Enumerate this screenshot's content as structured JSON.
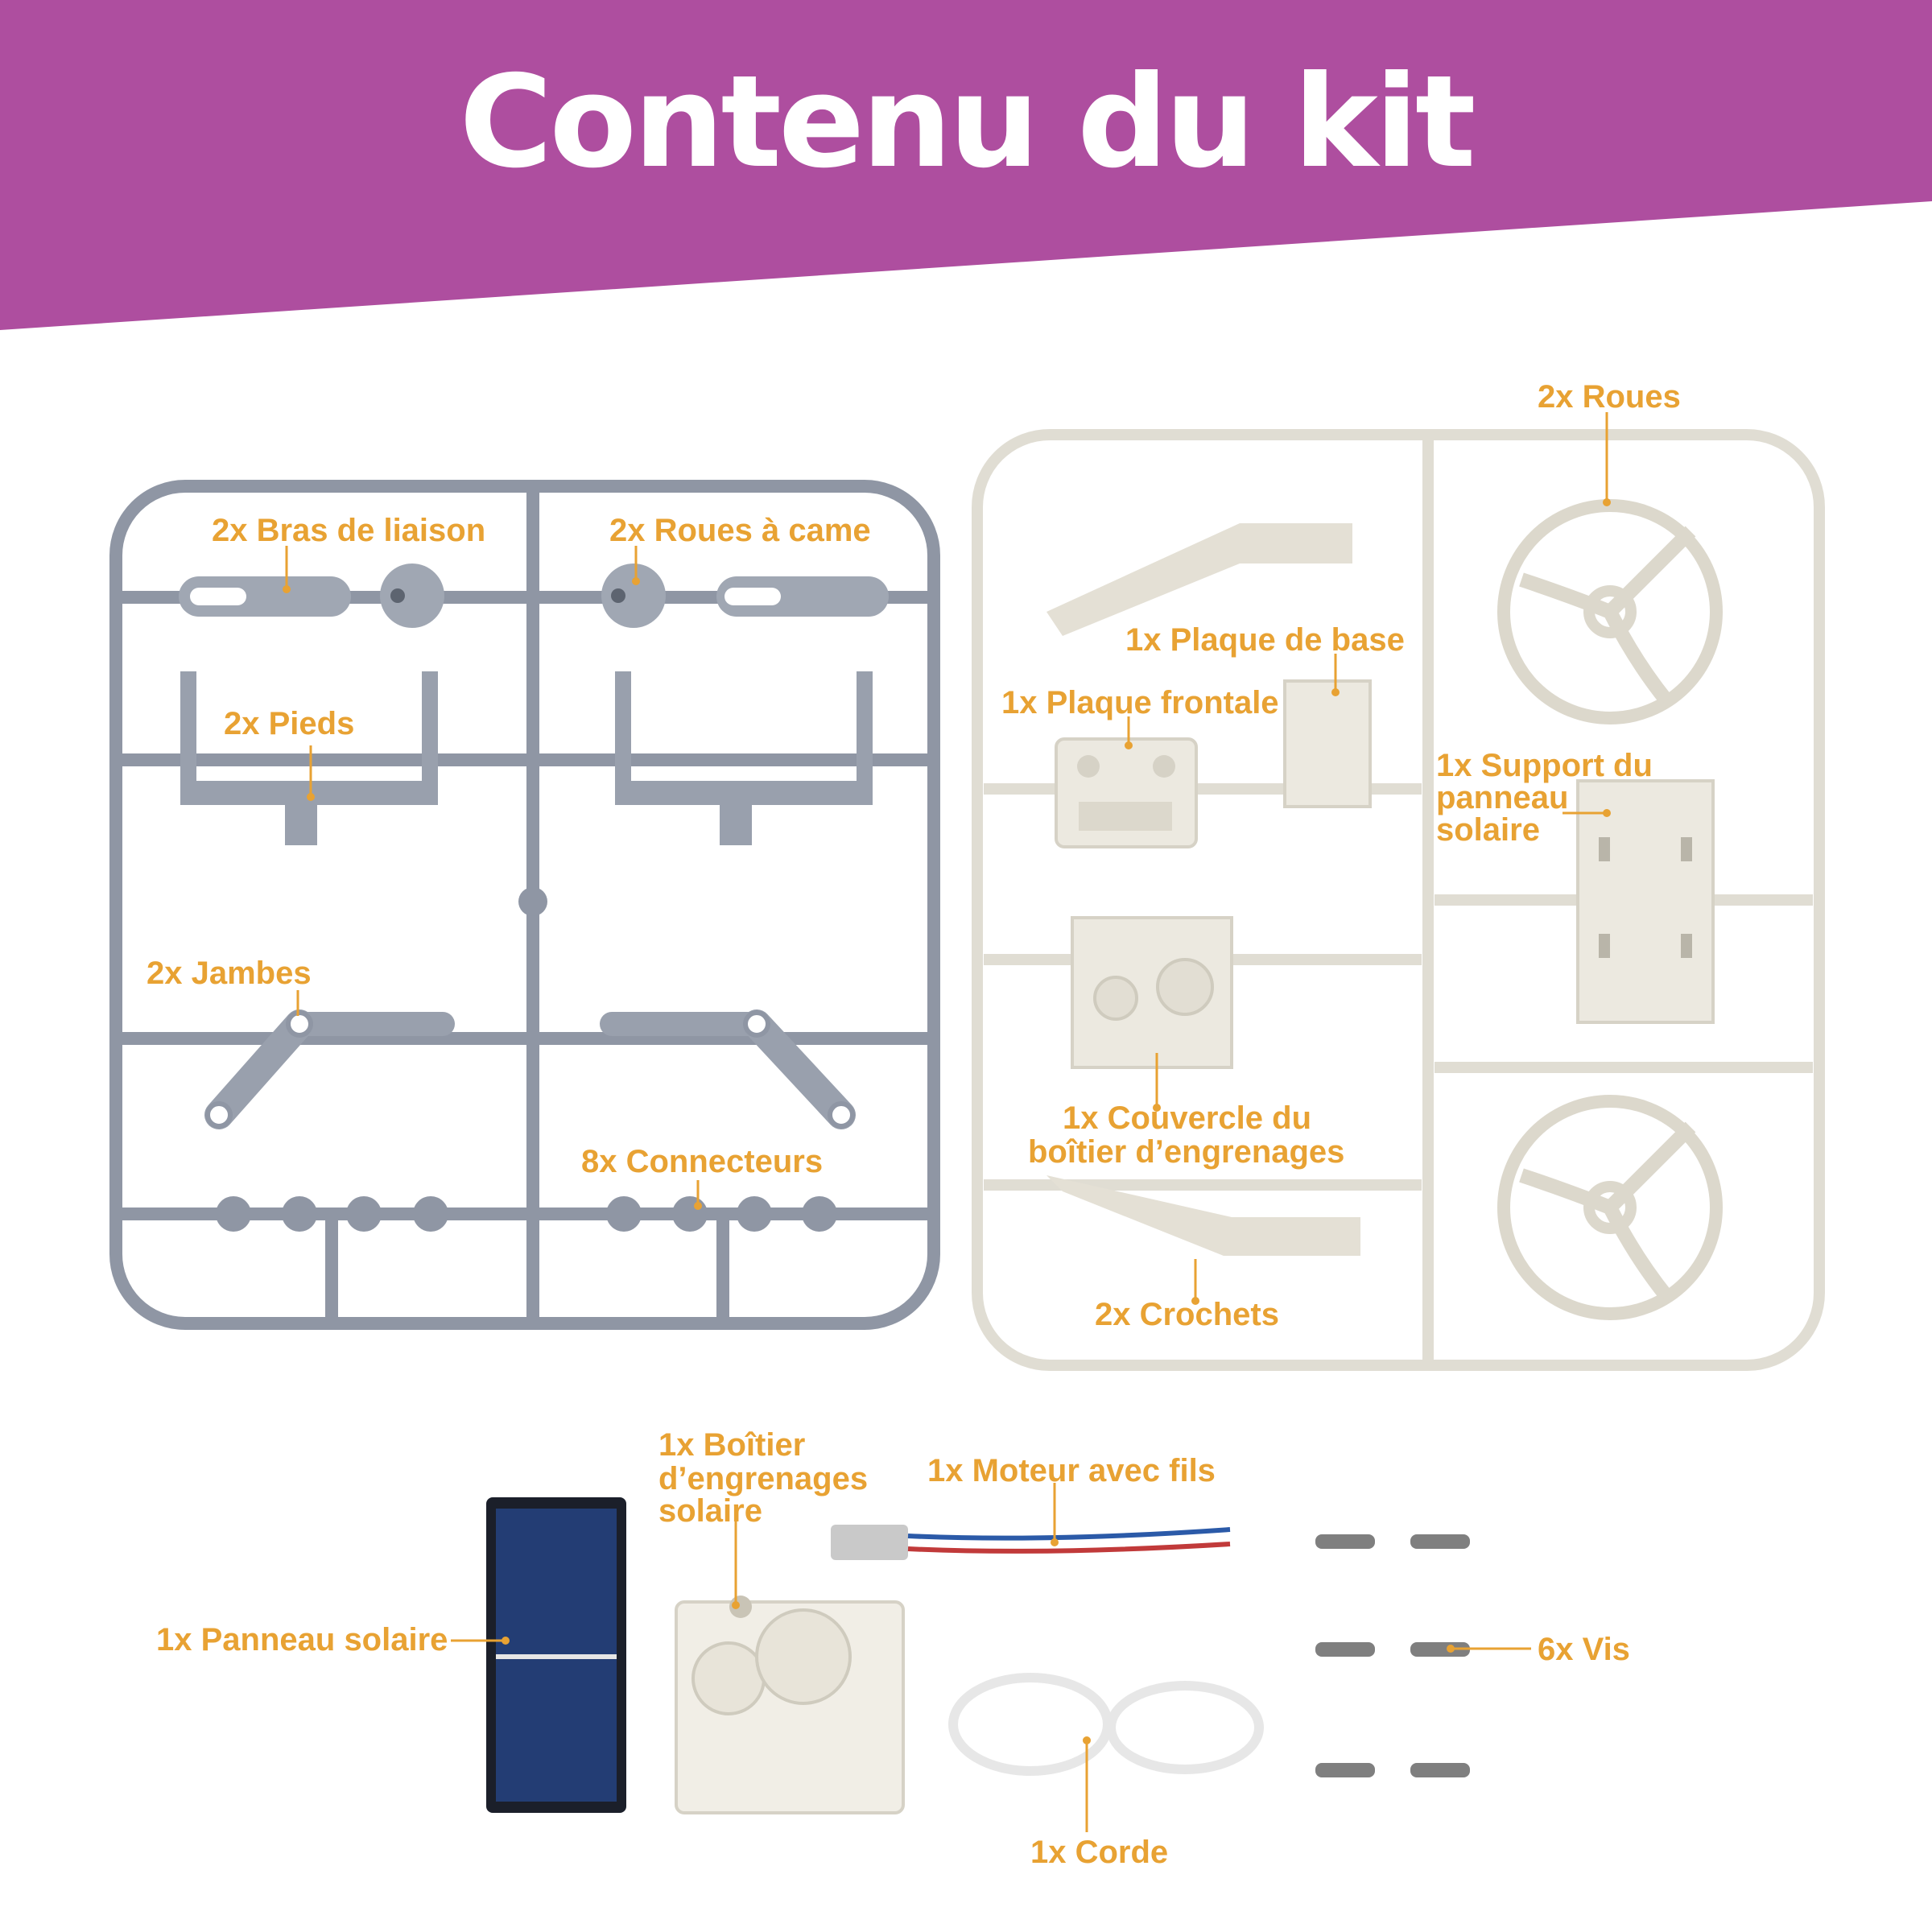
{
  "header": {
    "title": "Contenu du kit"
  },
  "colors": {
    "banner": "#ae4e9f",
    "label": "#e8a233",
    "grey_parts": "#8f96a4",
    "white_parts": "#ebe7dc",
    "solar_blue": "#233d74"
  },
  "labels": {
    "bras": "2x Bras de liaison",
    "roues_came": "2x Roues à came",
    "pieds": "2x Pieds",
    "jambes": "2x Jambes",
    "connecteurs": "8x Connecteurs",
    "roues": "2x Roues",
    "plaque_base": "1x Plaque de base",
    "plaque_frontale": "1x Plaque frontale",
    "support_1": "1x Support du",
    "support_2": "panneau",
    "support_3": "solaire",
    "couvercle_1": "1x Couvercle du",
    "couvercle_2": "boîtier d’engrenages",
    "crochets": "2x  Crochets",
    "boitier_1": "1x Boîtier",
    "boitier_2": "d’engrenages",
    "boitier_3": "solaire",
    "moteur": "1x Moteur avec fils",
    "panneau": "1x Panneau solaire",
    "vis": "6x Vis",
    "corde": "1x Corde"
  }
}
